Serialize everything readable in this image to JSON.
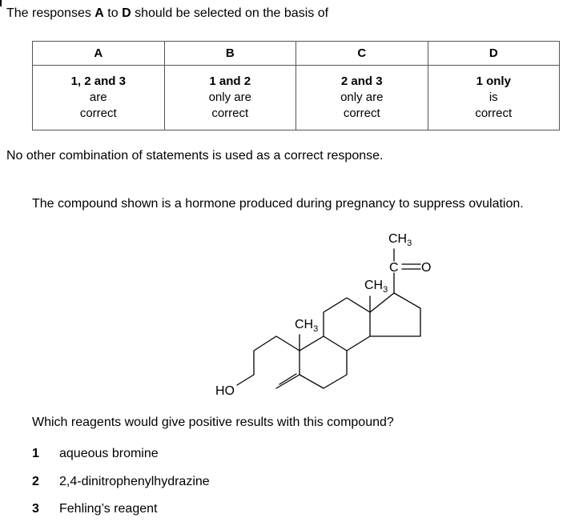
{
  "intro": {
    "prefix": "The responses ",
    "letter_a": "A",
    "middle": " to ",
    "letter_d": "D",
    "suffix": " should be selected on the basis of"
  },
  "key": {
    "columns": [
      {
        "letter": "A",
        "lead": "1, 2 and 3",
        "line2": "are",
        "line3": "correct"
      },
      {
        "letter": "B",
        "lead": "1 and 2",
        "line2": "only are",
        "line3": "correct"
      },
      {
        "letter": "C",
        "lead": "2 and 3",
        "line2": "only are",
        "line3": "correct"
      },
      {
        "letter": "D",
        "lead": "1 only",
        "line2": "is",
        "line3": "correct"
      }
    ]
  },
  "note": "No other combination of statements is used as a correct response.",
  "question": "The compound shown is a hormone produced during pregnancy to suppress ovulation.",
  "structure": {
    "labels": {
      "ch3_top_main": "CH",
      "ch3_top_sub": "3",
      "carbonyl_c": "C",
      "carbonyl_o": "O",
      "ch3_mid_main": "CH",
      "ch3_mid_sub": "3",
      "ch3_low_main": "CH",
      "ch3_low_sub": "3",
      "hydroxyl": "HO"
    }
  },
  "prompt": "Which reagents would give positive results with this compound?",
  "options": [
    {
      "number": "1",
      "text": "aqueous bromine"
    },
    {
      "number": "2",
      "text": "2,4-dinitrophenylhydrazine"
    },
    {
      "number": "3",
      "text": "Fehling’s reagent"
    }
  ]
}
